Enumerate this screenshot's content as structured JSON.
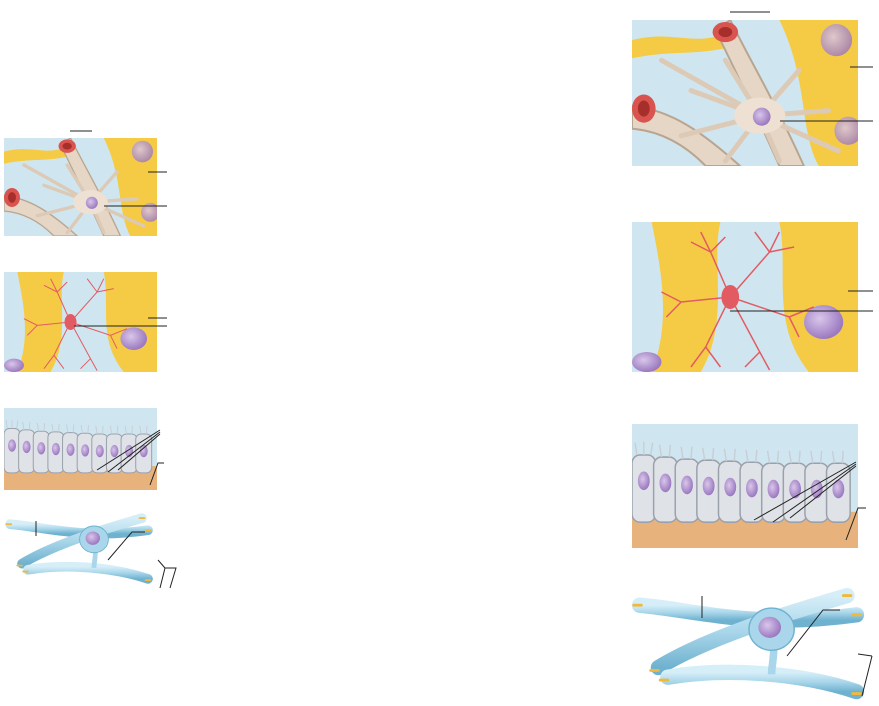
{
  "figure": {
    "title": "",
    "labels": []
  },
  "colors": {
    "csf_blue": "#cfe6f0",
    "neuron_yellow": "#f5cb45",
    "capillary_red": "#d9534f",
    "astrocyte_tan": "#e6d6c6",
    "microglia_red": "#e25b63",
    "ependymal_gray": "#dfe2e7",
    "tissue_orange": "#e8b27d",
    "oligodendrocyte_blue": "#a9d6ea",
    "nucleus_purple": "#a98ac6",
    "axon_tip_yellow": "#f0b93b",
    "leader_line": "#222222"
  },
  "panels": [
    {
      "name": "astrocyte",
      "cell": "astrocyte-icon"
    },
    {
      "name": "microglial-cell",
      "cell": "microglia-icon"
    },
    {
      "name": "ependymal-cells",
      "cell": "ependymal-icon"
    },
    {
      "name": "oligodendrocyte",
      "cell": "oligodendrocyte-icon"
    }
  ]
}
